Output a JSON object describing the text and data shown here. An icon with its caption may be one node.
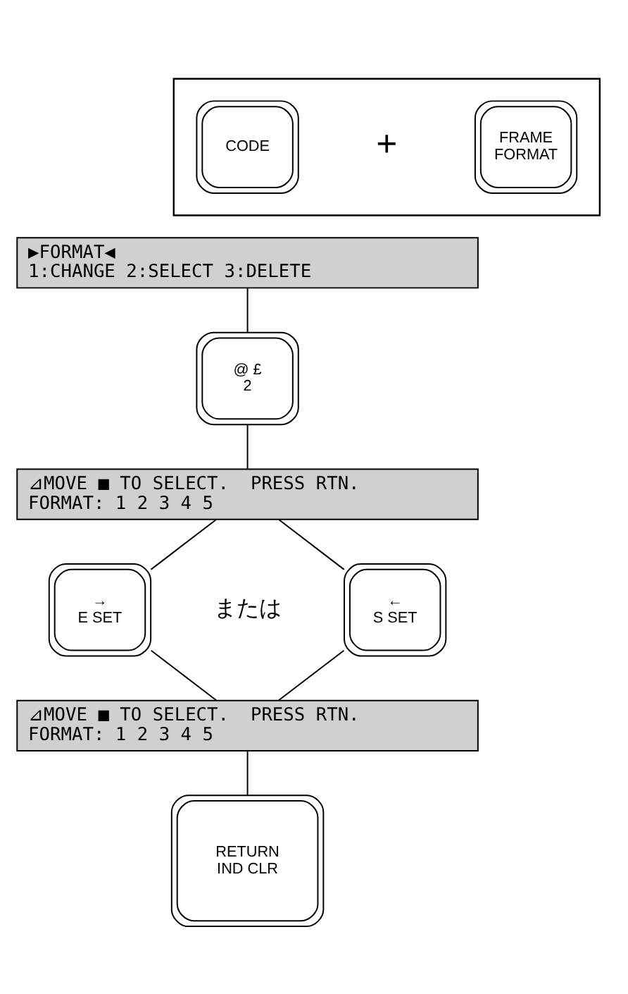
{
  "diagram": {
    "nodes": [
      {
        "text": [],
        "shape": "box"
      },
      {
        "text": [
          "CODE"
        ],
        "in": 0
      },
      {
        "text": [
          "FRAME",
          "FORMAT"
        ],
        "in": 0
      },
      {
        "text": [
          "▶FORMAT◀",
          "1:CHANGE 2:SELECT 3:DELETE"
        ]
      },
      {
        "text": [
          "@ £",
          "2"
        ]
      },
      {
        "text": [
          "⊿MOVE ■ TO SELECT.  PRESS RTN.",
          "FORMAT: 1 2 3 4 5"
        ]
      },
      {
        "text": [
          "→",
          "E SET"
        ]
      },
      {
        "text": [
          "←",
          "S SET"
        ]
      },
      {
        "text": [
          "⊿MOVE ■ TO SELECT.  PRESS RTN.",
          "FORMAT: 1 2 3 4 5"
        ]
      },
      {
        "text": [
          "RETURN",
          "IND CLR"
        ]
      }
    ],
    "edges": [
      {
        "from": 3,
        "to": 4,
        "arrow": "none"
      },
      {
        "from": 4,
        "to": 5,
        "arrow": "none"
      },
      {
        "from": 5,
        "to": 6,
        "arrow": "none"
      },
      {
        "from": 5,
        "to": 7,
        "arrow": "none"
      },
      {
        "from": 6,
        "to": 8,
        "arrow": "none"
      },
      {
        "from": 7,
        "to": 8,
        "arrow": "none"
      },
      {
        "from": 8,
        "to": 9,
        "arrow": "none"
      }
    ],
    "labels": [
      "+",
      "または"
    ]
  }
}
